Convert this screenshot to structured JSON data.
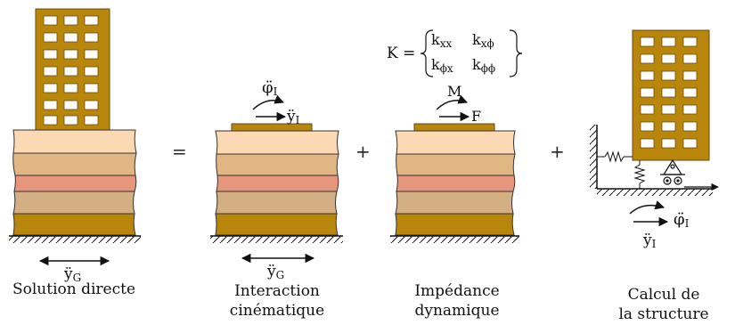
{
  "captions": {
    "direct": [
      "Solution directe"
    ],
    "kinematic": [
      "Interaction",
      "cinématique"
    ],
    "impedance": [
      "Impédance",
      "dynamique"
    ],
    "structure": [
      "Calcul de",
      "la structure"
    ]
  },
  "operators": {
    "equals": "=",
    "plus1": "+",
    "plus2": "+"
  },
  "symbols": {
    "yG": "ÿ",
    "yG_sub": "G",
    "phiI": "φ̈",
    "phiI_sub": "I",
    "yI": "ÿ",
    "yI_sub": "I",
    "M": "M",
    "F": "F"
  },
  "matrix": {
    "lhs": "K =",
    "r1c1": "k",
    "r1c1_sub": "xx",
    "r1c2": "k",
    "r1c2_sub": "xϕ",
    "r2c1": "k",
    "r2c1_sub": "ϕx",
    "r2c2": "k",
    "r2c2_sub": "ϕϕ"
  },
  "colors": {
    "frame": "#b8860b",
    "frame_line": "#6b4a10",
    "layer1": "#fbd9b3",
    "layer2": "#e2b683",
    "layer3": "#e6967c",
    "layer4": "#d4af83",
    "layer5": "#b8860b",
    "plate": "#b8860b"
  }
}
